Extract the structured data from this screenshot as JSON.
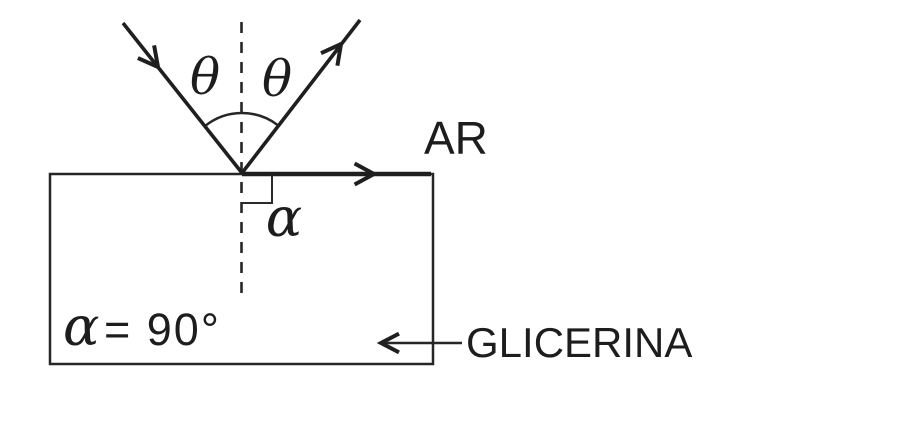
{
  "diagram": {
    "labels": {
      "theta_incident": "θ",
      "theta_reflected": "θ",
      "alpha": "α",
      "air": "AR",
      "glycerin": "GLICERINA"
    },
    "equation": {
      "symbol": "α",
      "value": "= 90°"
    },
    "colors": {
      "line": "#262626",
      "text": "#1d1d1d",
      "background": "#ffffff"
    }
  }
}
